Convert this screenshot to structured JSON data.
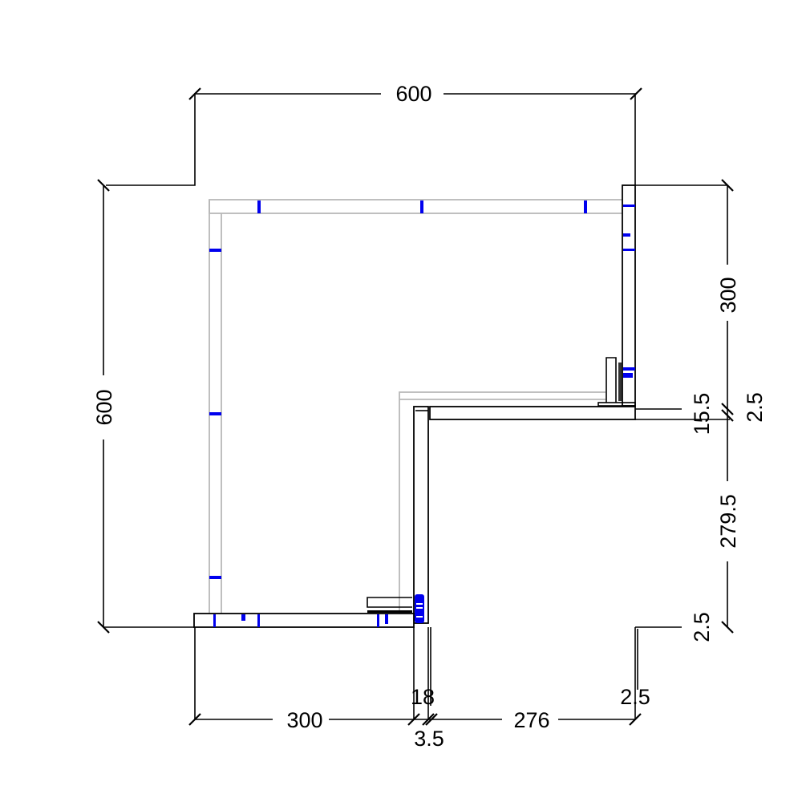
{
  "drawing": {
    "type": "corner cabinet plan view (L-shaped)",
    "line_color": "#000000",
    "ghost_color": "#b8b8b8",
    "hardware_color": "#0000ee"
  },
  "dimensions": {
    "top_width": "600",
    "left_height": "600",
    "right_upper": "300",
    "right_gap_15_5": "15.5",
    "right_gap_2_5_top": "2.5",
    "right_lower": "279.5",
    "right_gap_2_5_bottom": "2.5",
    "bottom_left": "300",
    "bottom_panel_18": "18",
    "bottom_gap_3_5": "3.5",
    "bottom_right": "276",
    "bottom_gap_2_5": "2.5"
  }
}
